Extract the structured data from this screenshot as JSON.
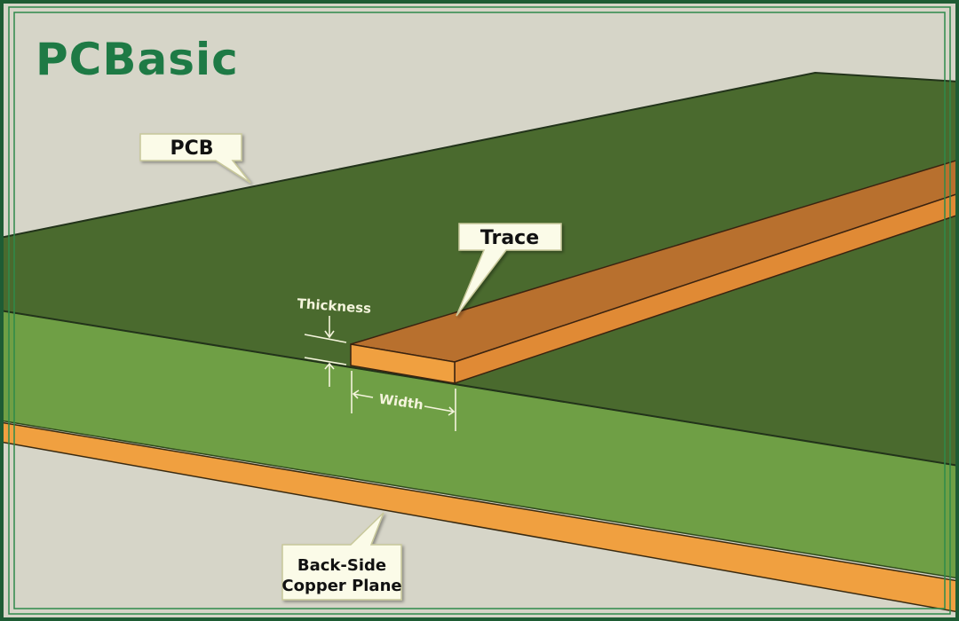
{
  "logo": {
    "text": "PCBasic",
    "color": "#1e7a45"
  },
  "labels": {
    "pcb": "PCB",
    "trace": "Trace",
    "thickness": "Thickness",
    "width": "Width",
    "back_side_line1": "Back-Side",
    "back_side_line2": "Copper Plane"
  },
  "colors": {
    "background": "#d6d5c8",
    "frame": "#1e5c34",
    "board_top": "#4a6a2e",
    "board_edge": "#6f9f45",
    "trace_top": "#b8702e",
    "trace_face": "#f0a040",
    "copper_plane": "#f0a040",
    "callout_fill": "#fbfbe8",
    "callout_stroke": "#c8c89a"
  }
}
